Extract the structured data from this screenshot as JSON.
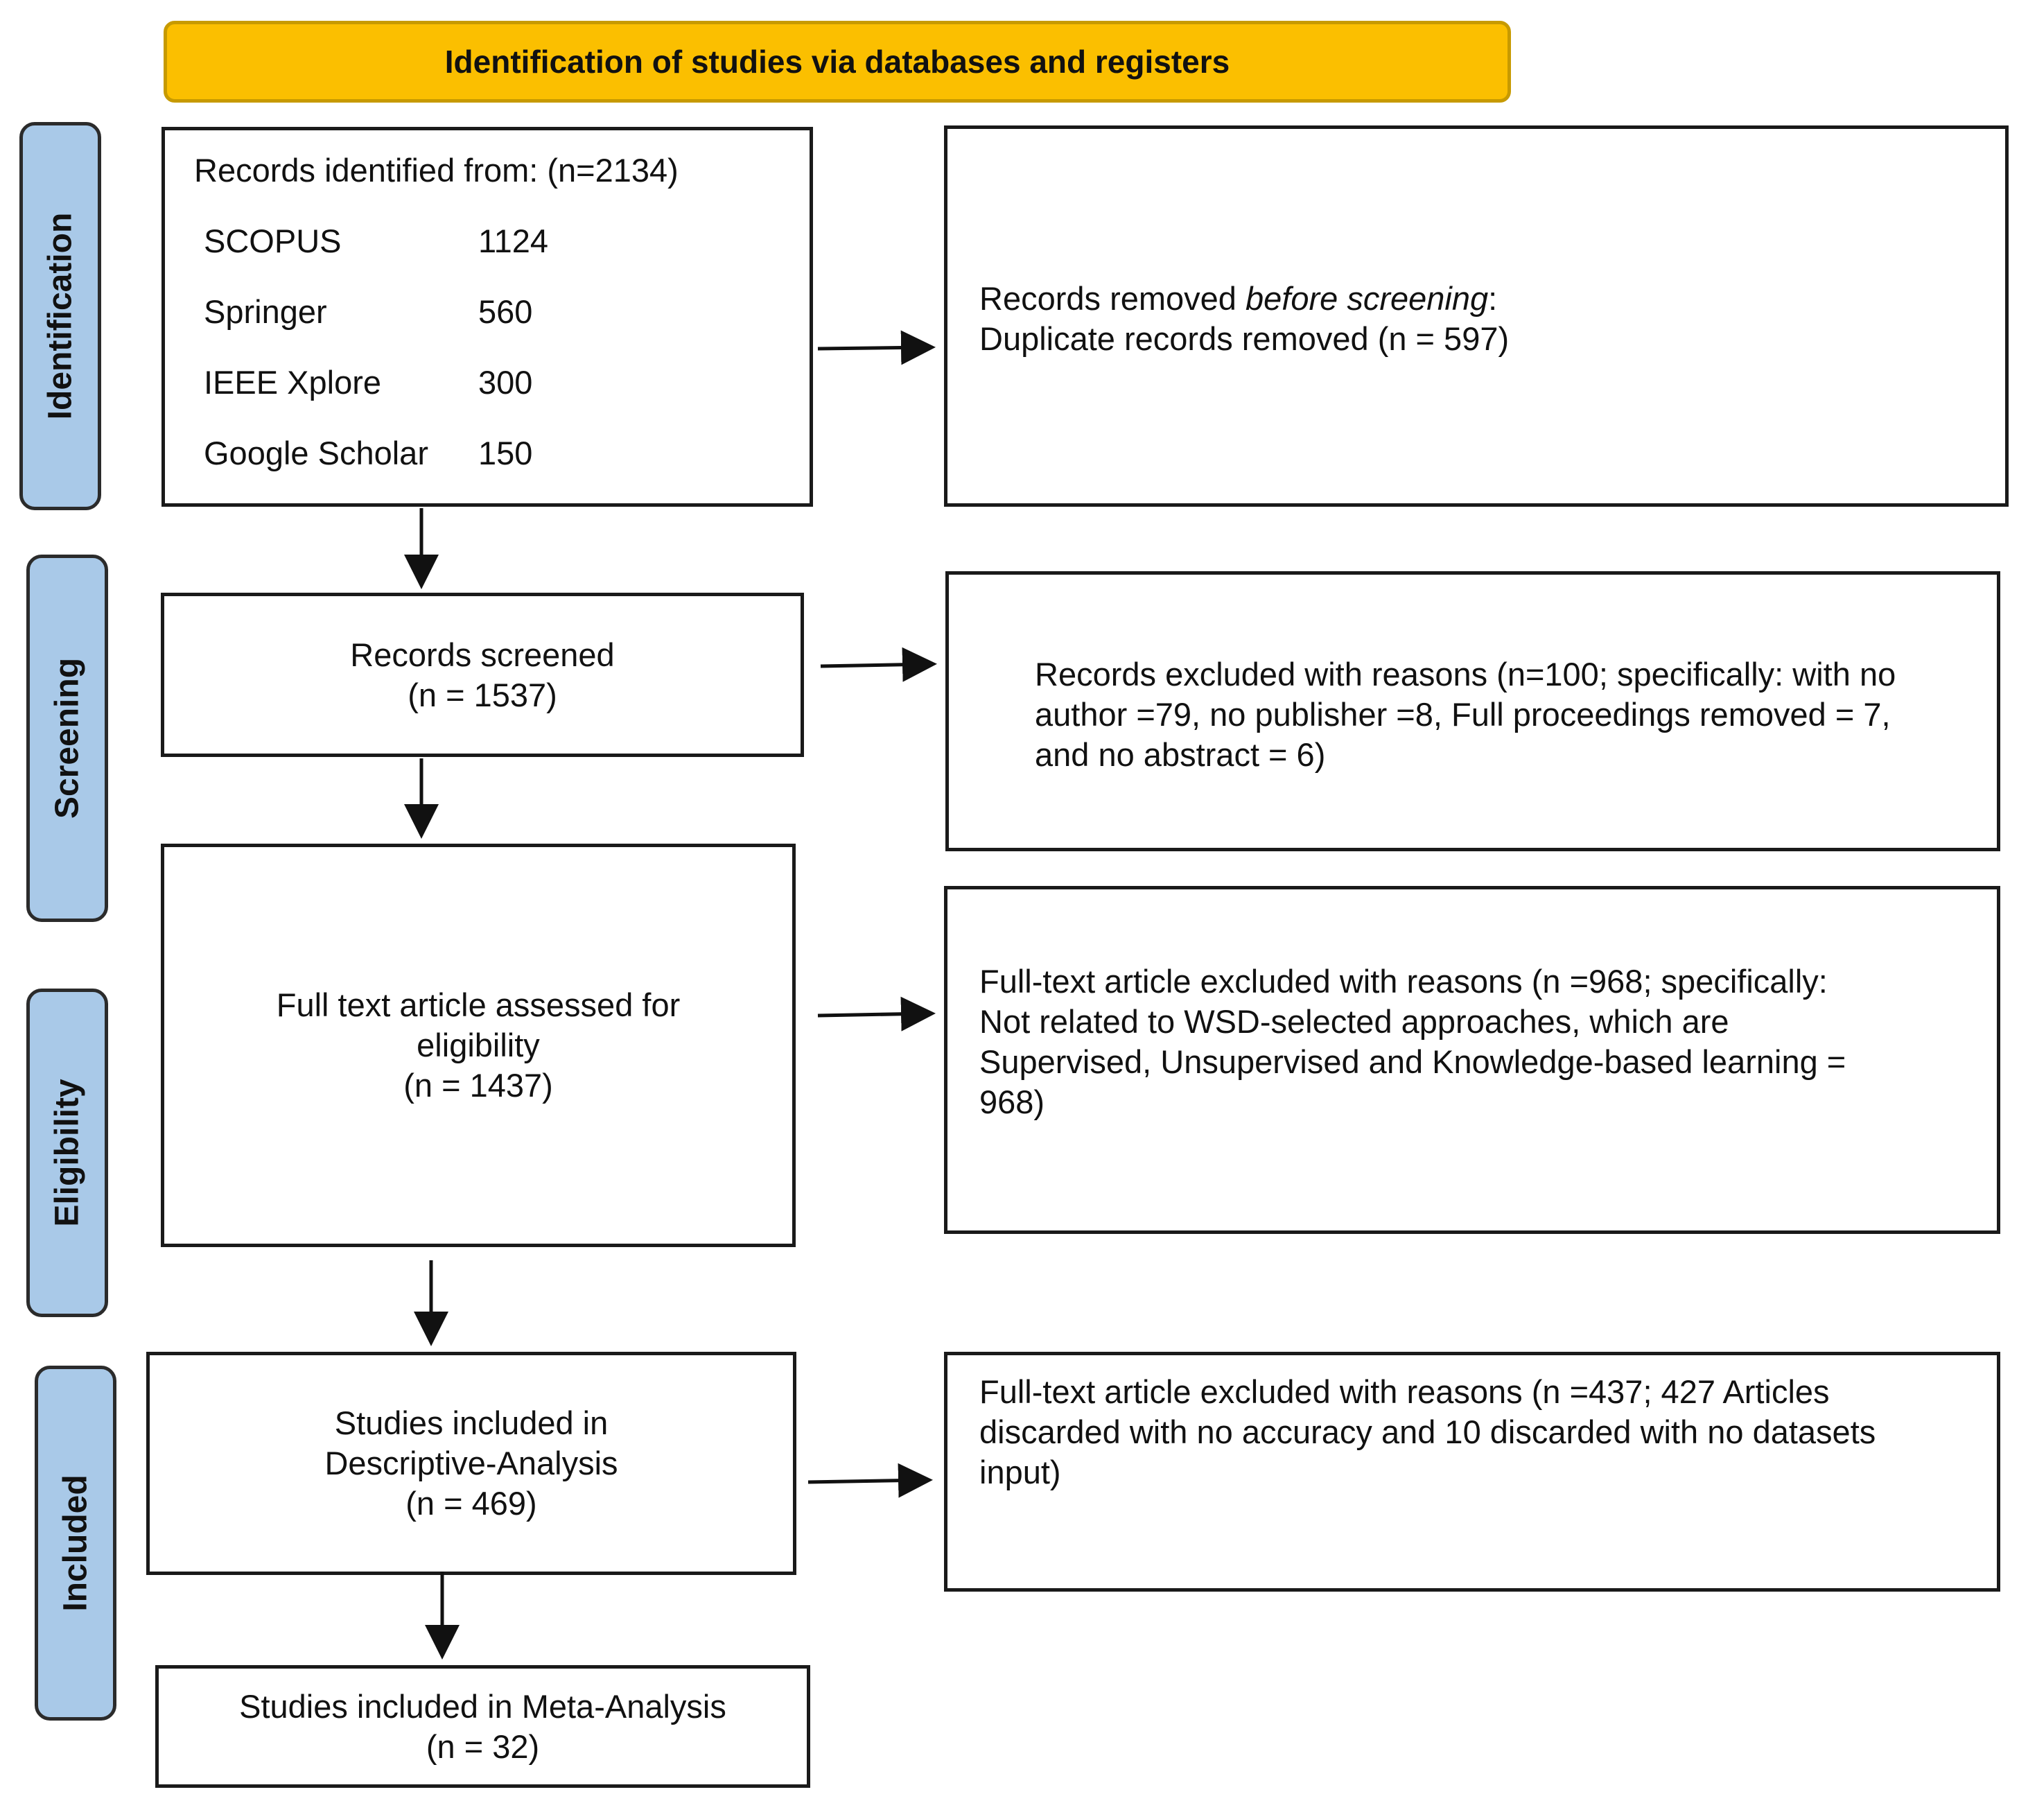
{
  "header": {
    "title": "Identification of studies via databases and registers"
  },
  "phases": {
    "identification": "Identification",
    "screening": "Screening",
    "eligibility": "Eligibility",
    "included": "Included"
  },
  "identified": {
    "title": "Records identified from: (n=2134)",
    "sources": [
      {
        "name": "SCOPUS",
        "count": "1124"
      },
      {
        "name": "Springer",
        "count": "560"
      },
      {
        "name": "IEEE Xplore",
        "count": "300"
      },
      {
        "name": "Google Scholar",
        "count": "150"
      }
    ]
  },
  "removed": {
    "prefix": "Records removed ",
    "emphasis": "before screening",
    "suffix": ":",
    "line2": "Duplicate records removed  (n = 597)"
  },
  "screened": {
    "line1": "Records screened",
    "line2": "(n = 1537)"
  },
  "excluded_screen": {
    "line1": "Records excluded with reasons (n=100; specifically: with no",
    "line2": "author =79, no publisher =8, Full proceedings removed  = 7,",
    "line3": "and no abstract = 6)"
  },
  "eligibility_box": {
    "line1": "Full text article assessed for",
    "line2": "eligibility",
    "line3": "(n = 1437)"
  },
  "excluded_fulltext": {
    "line1": "Full-text article excluded with reasons (n =968; specifically:",
    "line2": "Not related to WSD-selected approaches, which are",
    "line3": "Supervised, Unsupervised and Knowledge-based learning =",
    "line4": "968)"
  },
  "descriptive": {
    "line1": "Studies included in",
    "line2": "Descriptive-Analysis",
    "line3": "(n = 469)"
  },
  "excluded_included": {
    "line1": "Full-text article excluded with reasons (n =437; 427 Articles",
    "line2": "discarded with no accuracy and 10 discarded with no datasets",
    "line3": "input)"
  },
  "meta": {
    "line1": "Studies included in Meta-Analysis",
    "line2": "(n = 32)"
  }
}
